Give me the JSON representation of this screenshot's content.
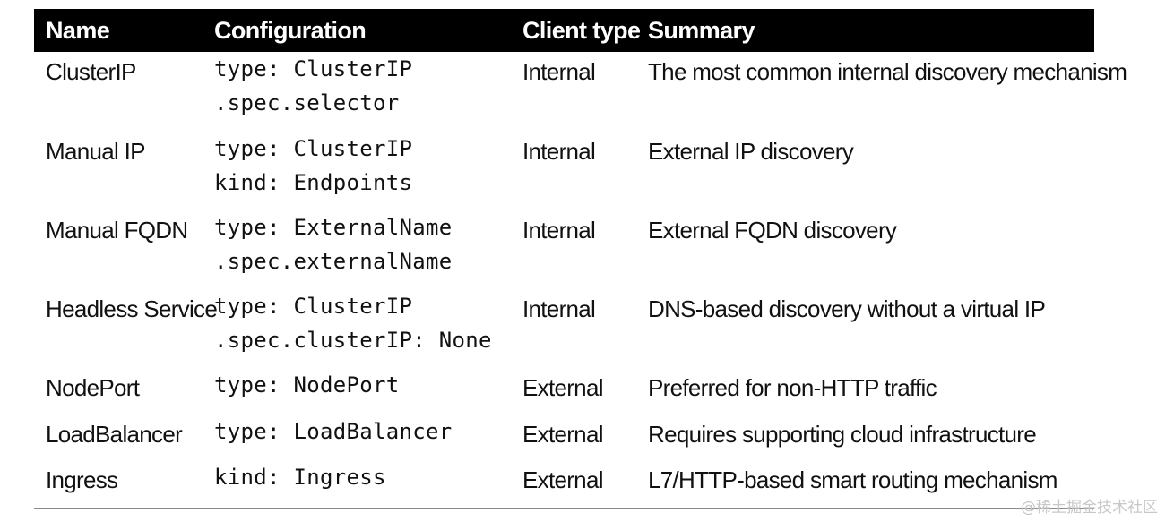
{
  "table": {
    "headers": {
      "name": "Name",
      "configuration": "Configuration",
      "client_type": "Client type",
      "summary": "Summary"
    },
    "rows": [
      {
        "name": "ClusterIP",
        "config": [
          "type: ClusterIP",
          ".spec.selector"
        ],
        "client_type": "Internal",
        "summary": "The most common internal discovery mechanism"
      },
      {
        "name": "Manual IP",
        "config": [
          "type: ClusterIP",
          "kind: Endpoints"
        ],
        "client_type": "Internal",
        "summary": "External IP discovery"
      },
      {
        "name": "Manual FQDN",
        "config": [
          "type: ExternalName",
          ".spec.externalName"
        ],
        "client_type": "Internal",
        "summary": "External FQDN discovery"
      },
      {
        "name": "Headless Service",
        "config": [
          "type: ClusterIP",
          ".spec.clusterIP: None"
        ],
        "client_type": "Internal",
        "summary": "DNS-based discovery without a virtual IP"
      },
      {
        "name": "NodePort",
        "config": [
          "type: NodePort"
        ],
        "client_type": "External",
        "summary": "Preferred for non-HTTP traffic"
      },
      {
        "name": "LoadBalancer",
        "config": [
          "type: LoadBalancer"
        ],
        "client_type": "External",
        "summary": "Requires supporting cloud infrastructure"
      },
      {
        "name": "Ingress",
        "config": [
          "kind: Ingress"
        ],
        "client_type": "External",
        "summary": "L7/HTTP-based smart routing mechanism"
      }
    ]
  },
  "watermark": "@稀土掘金技术社区"
}
